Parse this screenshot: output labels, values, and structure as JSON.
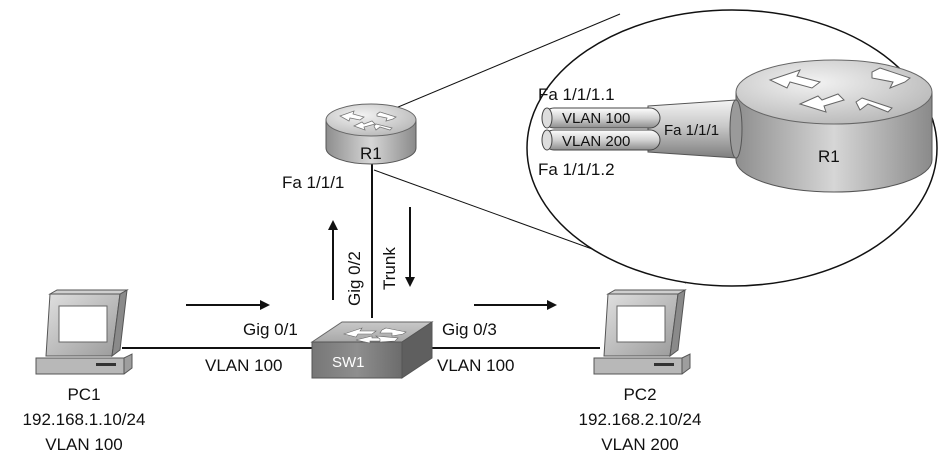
{
  "router": {
    "name": "R1",
    "interface": "Fa 1/1/1"
  },
  "switch": {
    "name": "SW1",
    "uplink_port": "Gig 0/2",
    "link_type": "Trunk"
  },
  "pc1": {
    "name": "PC1",
    "ip": "192.168.1.10/24",
    "vlan": "VLAN 100",
    "port": "Gig 0/1",
    "link_vlan": "VLAN 100"
  },
  "pc2": {
    "name": "PC2",
    "ip": "192.168.2.10/24",
    "vlan": "VLAN 200",
    "port": "Gig 0/3",
    "link_vlan": "VLAN 100"
  },
  "zoom": {
    "router_name": "R1",
    "physical_interface": "Fa 1/1/1",
    "subinterface_1": "Fa 1/1/1.1",
    "subinterface_2": "Fa 1/1/1.2",
    "vlan_1": "VLAN 100",
    "vlan_2": "VLAN 200"
  }
}
